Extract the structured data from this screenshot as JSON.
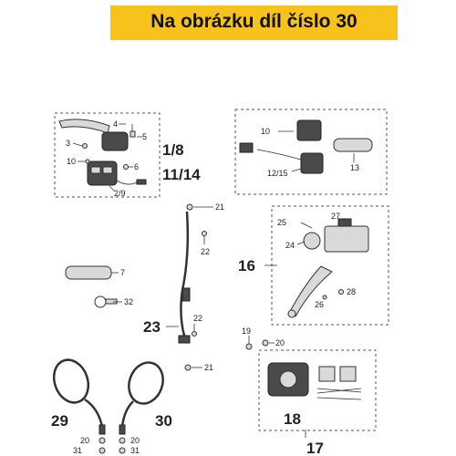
{
  "banner": {
    "text": "Na obrázku díl číslo 30",
    "color": "#f7c21b"
  },
  "labels": {
    "p3": "3",
    "p4": "4",
    "p5": "5",
    "p6": "6",
    "p10a": "10",
    "p29_9": "2/9",
    "g1_8": "1/8",
    "g11_14": "11/14",
    "p10b": "10",
    "p12_15": "12/15",
    "p13": "13",
    "p21a": "21",
    "p22a": "22",
    "p7": "7",
    "p32": "32",
    "p23": "23",
    "p22b": "22",
    "p21b": "21",
    "p25": "25",
    "p27": "27",
    "p24": "24",
    "p16": "16",
    "p28": "28",
    "p26": "26",
    "p19": "19",
    "p20a": "20",
    "p18": "18",
    "p17": "17",
    "p29": "29",
    "p30": "30",
    "p20b": "20",
    "p20c": "20",
    "p31a": "31",
    "p31b": "31"
  }
}
